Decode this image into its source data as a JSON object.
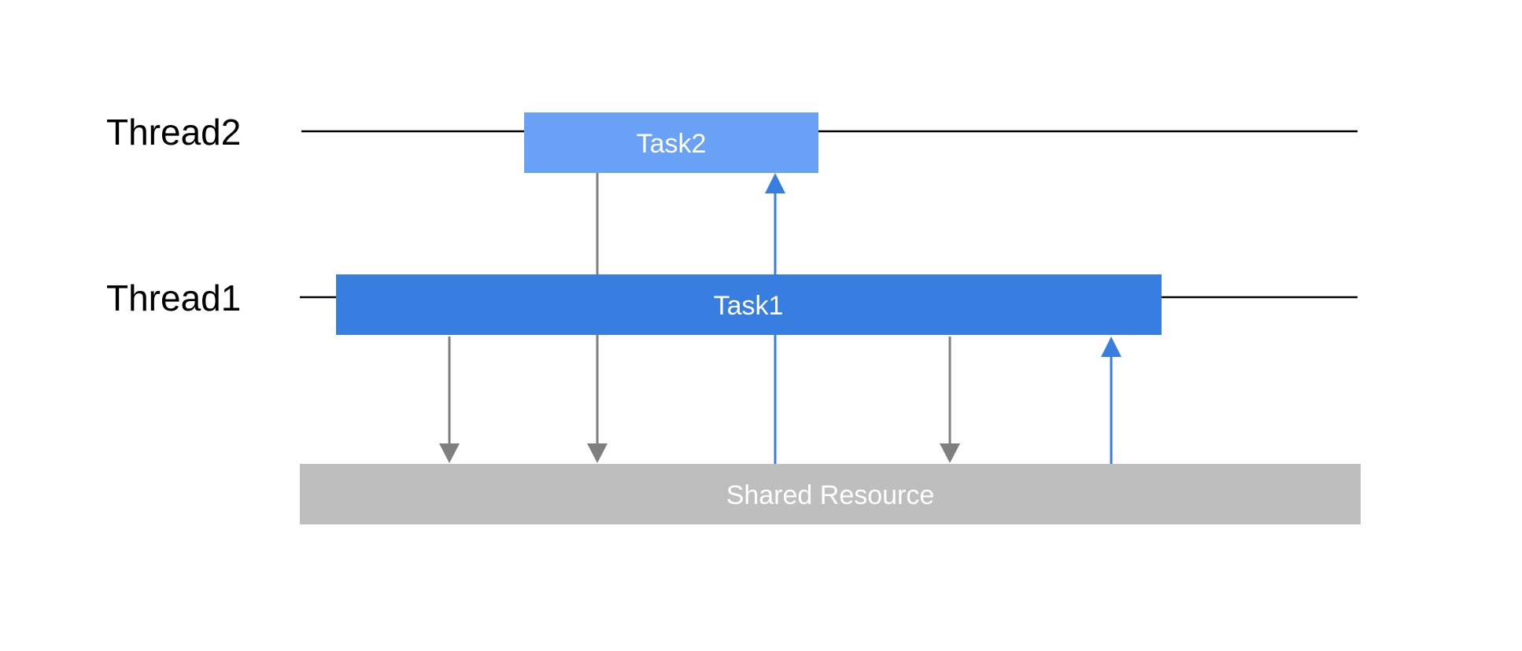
{
  "threads": [
    {
      "label": "Thread2"
    },
    {
      "label": "Thread1"
    }
  ],
  "tasks": [
    {
      "label": "Task2",
      "color": "#68a1f5"
    },
    {
      "label": "Task1",
      "color": "#387ee0"
    }
  ],
  "shared_resource": {
    "label": "Shared Resource",
    "color": "#bebebe"
  },
  "colors": {
    "timeline": "#000000",
    "write_arrow": "#7f7f7f",
    "read_arrow": "#387ee0"
  }
}
